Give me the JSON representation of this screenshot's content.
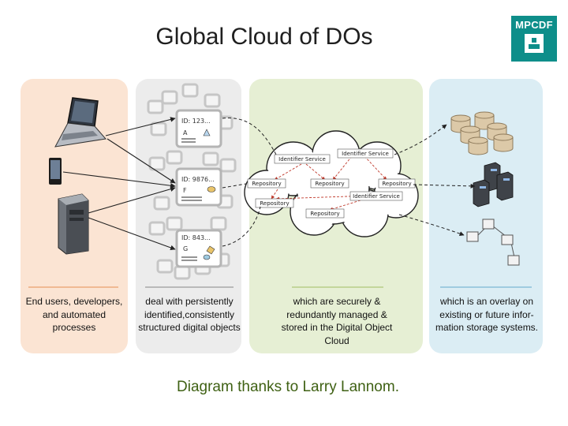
{
  "title": "Global Cloud of DOs",
  "logo": {
    "text": "MPCDF"
  },
  "panels": [
    {
      "caption": "End users, developers, and automated processes"
    },
    {
      "caption": "deal with persistently identified,consistently structured digital objects"
    },
    {
      "caption": "which are securely & redundantly managed & stored in the Digital Object Cloud"
    },
    {
      "caption": "which is an overlay on existing or future infor-mation storage systems."
    }
  ],
  "digital_objects": [
    {
      "id": "ID: 123...",
      "letter": "A"
    },
    {
      "id": "ID: 9876...",
      "letter": "F"
    },
    {
      "id": "ID: 843...",
      "letter": "G"
    }
  ],
  "cloud_nodes": {
    "identifier_service_1": "Identifier Service",
    "identifier_service_2": "Identifier Service",
    "identifier_service_3": "Identifier Service",
    "repository_1": "Repository",
    "repository_2": "Repository",
    "repository_3": "Repository",
    "repository_4": "Repository",
    "repository_5": "Repository"
  },
  "credit": "Diagram thanks to Larry Lannom.",
  "colors": {
    "accent_logo": "#0e8e8a",
    "credit_text": "#3f6114",
    "cloud_arrow": "#c0392b"
  }
}
